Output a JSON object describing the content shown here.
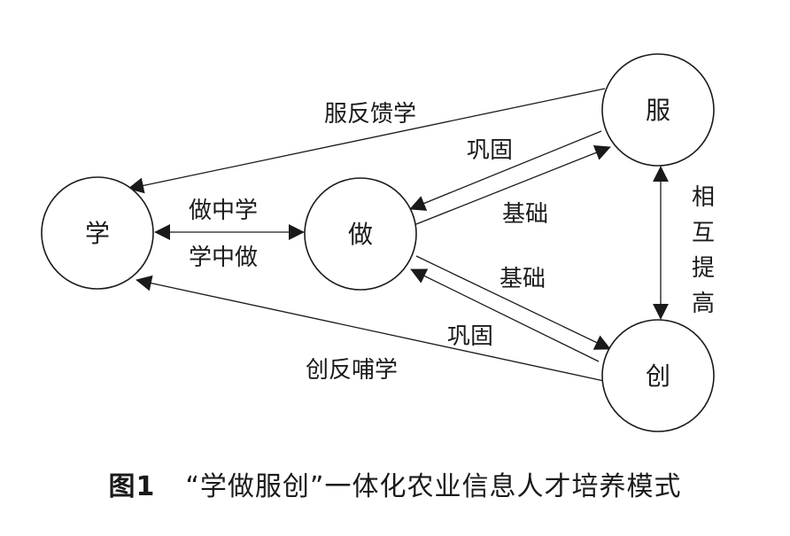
{
  "nodes": {
    "xue": "学",
    "zuo": "做",
    "fu": "服",
    "chuang": "创"
  },
  "edges": {
    "xue_to_zuo": "做中学",
    "zuo_to_xue": "学中做",
    "fu_feedback": "服反馈学",
    "chuang_feedback": "创反哺学",
    "fu_to_zuo": "巩固",
    "zuo_to_fu": "基础",
    "zuo_to_chuang": "基础",
    "chuang_to_zuo": "巩固",
    "mutual": [
      "相",
      "互",
      "提",
      "高"
    ]
  },
  "caption": {
    "number": "图1",
    "title": "“学做服创”一体化农业信息人才培养模式"
  }
}
